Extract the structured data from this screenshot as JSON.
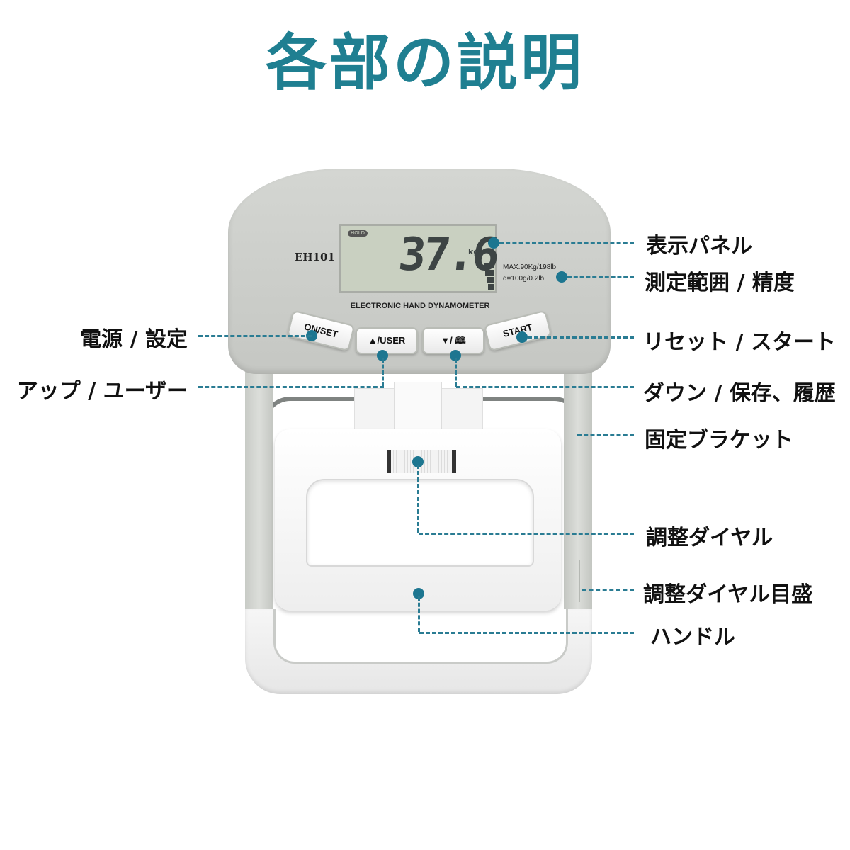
{
  "title": "各部の説明",
  "device": {
    "model": "EH101",
    "brand_text": "ELECTRONIC HAND DYNAMOMETER",
    "display": {
      "hold_badge": "HOLD",
      "value": "37.6",
      "unit": "kg"
    },
    "spec_lines": [
      "MAX.90Kg/198lb",
      "d=100g/0.2lb"
    ],
    "buttons": {
      "on_set": "ON/SET",
      "up_user": "▲/USER",
      "down_memory": "▼/",
      "start": "START"
    }
  },
  "callouts": {
    "left": [
      {
        "label": "電源 / 設定"
      },
      {
        "label": "アップ / ユーザー"
      }
    ],
    "right": [
      {
        "label": "表示パネル"
      },
      {
        "label": "測定範囲 / 精度"
      },
      {
        "label": "リセット / スタート"
      },
      {
        "label": "ダウン / 保存、履歴"
      },
      {
        "label": "固定ブラケット"
      },
      {
        "label": "調整ダイヤル"
      },
      {
        "label": "調整ダイヤル目盛"
      },
      {
        "label": "ハンドル"
      }
    ]
  },
  "colors": {
    "title": "#1f7f91",
    "callout_line": "#2a7c93",
    "callout_dot": "#1d7690"
  }
}
